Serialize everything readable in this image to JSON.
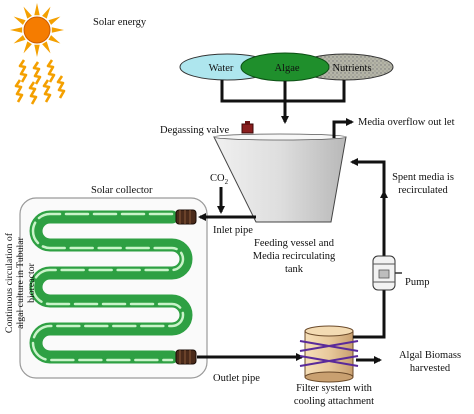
{
  "sun": {
    "label": "Solar energy",
    "color": "#f57c00",
    "ray_color": "#f4a000"
  },
  "inputs": [
    {
      "label": "Water",
      "color": "#aee6ee"
    },
    {
      "label": "Algae",
      "color": "#1f8f2c"
    },
    {
      "label": "Nutrients",
      "color": "#b5b5a8"
    }
  ],
  "degassing_valve": {
    "label": "Degassing valve",
    "color": "#8a1d1d"
  },
  "media_overflow": {
    "label": "Media overflow out let"
  },
  "co2": {
    "label_main": "CO",
    "label_sub": "2"
  },
  "inlet_pipe": {
    "label": "Inlet pipe"
  },
  "feeding_vessel": {
    "label_lines": [
      "Feeding vessel and",
      "Media recirculating",
      "tank"
    ],
    "color": "#dedede"
  },
  "spent_media": {
    "label_lines": [
      "Spent media is",
      "recirculated"
    ]
  },
  "pump": {
    "label": "Pump"
  },
  "solar_collector": {
    "label": "Solar collector",
    "tube_color": "#2ea043",
    "tube_highlight": "#c9f3c9"
  },
  "side_label": {
    "lines": [
      "Continuous circulation of",
      "algal culture in Tubular",
      "bioreactor"
    ]
  },
  "outlet_pipe": {
    "label": "Outlet pipe"
  },
  "filter_system": {
    "label_lines": [
      "Filter system with",
      "cooling attachment"
    ],
    "color": "#e8c99c",
    "coil_color": "#5a2a9a"
  },
  "algal_biomass": {
    "label_lines": [
      "Algal Biomass",
      "harvested"
    ]
  }
}
